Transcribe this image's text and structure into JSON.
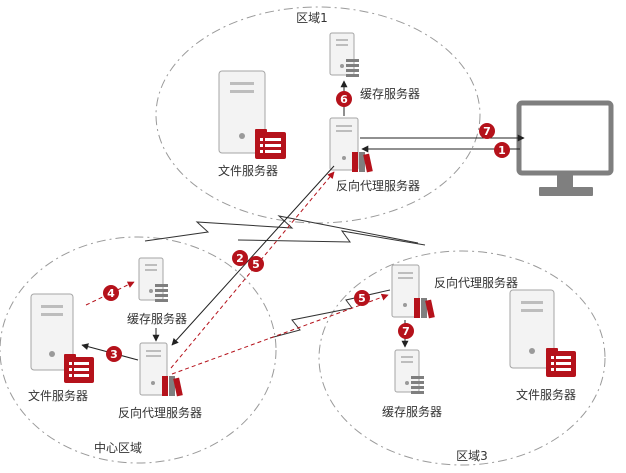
{
  "regions": {
    "top": "区域1",
    "center": "中心区域",
    "right": "区域3"
  },
  "labels": {
    "cache": "缓存服务器",
    "proxy": "反向代理服务器",
    "file": "文件服务器"
  },
  "steps": {
    "s1": "1",
    "s2": "2",
    "s3": "3",
    "s4": "4",
    "s5a": "5",
    "s5b": "5",
    "s6": "6",
    "s7a": "7",
    "s7b": "7"
  },
  "colors": {
    "accent": "#b5121b",
    "server_body": "#f3f3f3",
    "server_stroke": "#a5a5a5",
    "monitor": "#7f7f7f",
    "cloud_dash": "#9a9a9a"
  },
  "icons": {
    "server": "server-tower-icon",
    "file_server": "file-server-icon",
    "monitor": "client-monitor-icon"
  }
}
